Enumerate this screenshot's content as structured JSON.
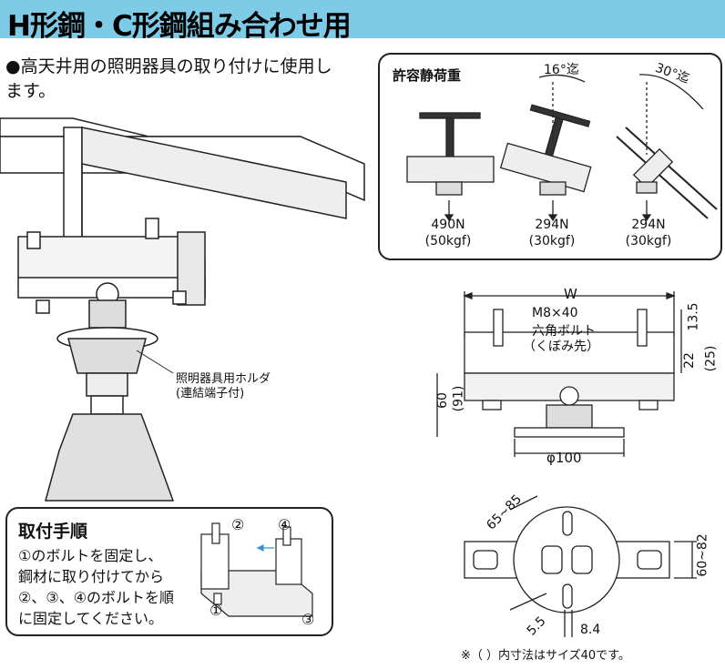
{
  "header": {
    "title": "H形鋼・C形鋼組み合わせ用"
  },
  "intro": {
    "bullet": "●",
    "text": "高天井用の照明器具の取り付けに使用します。"
  },
  "illustration": {
    "holder_label_1": "照明器具用ホルダ",
    "holder_label_2": "(連結端子付)"
  },
  "load": {
    "title": "許容静荷重",
    "angle_16": "16°迄",
    "angle_30": "30°迄",
    "items": [
      {
        "n": "490N",
        "kgf": "(50kgf)"
      },
      {
        "n": "294N",
        "kgf": "(30kgf)"
      },
      {
        "n": "294N",
        "kgf": "(30kgf)"
      }
    ]
  },
  "dims": {
    "w": "W",
    "bolt_1": "M8×40",
    "bolt_2": "六角ボルト",
    "bolt_3": "（くぼみ先）",
    "d135": "13.5",
    "d22": "22",
    "d25": "(25)",
    "d60": "60",
    "d91": "(91)",
    "phi": "φ100",
    "d6585": "65~85",
    "d6082": "60~82",
    "d55": "5.5",
    "d84": "8.4"
  },
  "procedure": {
    "title": "取付手順",
    "lines": [
      "①のボルトを固定し、",
      "鋼材に取り付けてから",
      "②、③、④のボルトを順",
      "に固定してください。"
    ],
    "markers": [
      "①",
      "②",
      "③",
      "④"
    ]
  },
  "footnote": "※（ ）内寸法はサイズ40です。"
}
